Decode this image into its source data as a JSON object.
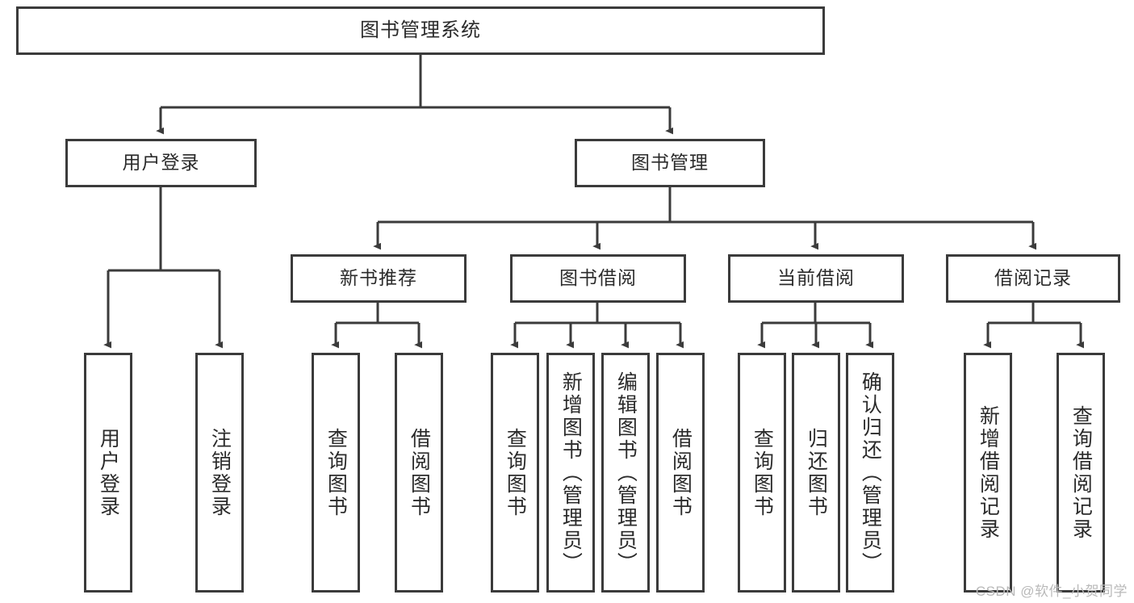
{
  "diagram": {
    "type": "hierarchy-tree",
    "title": "图书管理系统",
    "root": {
      "id": "root",
      "label": "图书管理系统"
    },
    "level1": [
      {
        "id": "user-login",
        "label": "用户登录"
      },
      {
        "id": "book-management",
        "label": "图书管理"
      }
    ],
    "level2": [
      {
        "id": "new-book-recommend",
        "label": "新书推荐",
        "parent": "book-management"
      },
      {
        "id": "book-borrow",
        "label": "图书借阅",
        "parent": "book-management"
      },
      {
        "id": "current-borrow",
        "label": "当前借阅",
        "parent": "book-management"
      },
      {
        "id": "borrow-record",
        "label": "借阅记录",
        "parent": "book-management"
      }
    ],
    "leaves": {
      "user_login": [
        {
          "id": "leaf-user-login",
          "label": "用户登录"
        },
        {
          "id": "leaf-logout-login",
          "label": "注销登录"
        }
      ],
      "new_book_recommend": [
        {
          "id": "leaf-query-book-1",
          "label": "查询图书"
        },
        {
          "id": "leaf-borrow-book-1",
          "label": "借阅图书"
        }
      ],
      "book_borrow": [
        {
          "id": "leaf-query-book-2",
          "label": "查询图书"
        },
        {
          "id": "leaf-add-book",
          "label": "新增图书（管理员）"
        },
        {
          "id": "leaf-edit-book",
          "label": "编辑图书（管理员）"
        },
        {
          "id": "leaf-borrow-book-2",
          "label": "借阅图书"
        }
      ],
      "current_borrow": [
        {
          "id": "leaf-query-book-3",
          "label": "查询图书"
        },
        {
          "id": "leaf-return-book",
          "label": "归还图书"
        },
        {
          "id": "leaf-confirm-return",
          "label": "确认归还（管理员）"
        }
      ],
      "borrow_record": [
        {
          "id": "leaf-add-record",
          "label": "新增借阅记录"
        },
        {
          "id": "leaf-query-record",
          "label": "查询借阅记录"
        }
      ]
    }
  },
  "watermark": {
    "text": "CSDN @软件_小贺同学"
  },
  "colors": {
    "stroke": "#3b3b3b",
    "background": "#ffffff",
    "text": "#2b2b2b",
    "watermark": "#b9b9b9"
  }
}
